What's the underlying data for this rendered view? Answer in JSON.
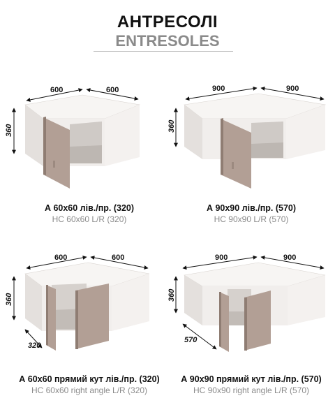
{
  "header": {
    "title": "АНТРЕСОЛІ",
    "subtitle": "ENTRESOLES"
  },
  "products": [
    {
      "name": "А 60х60 лів./пр. (320)",
      "code": "НС 60х60 L/R (320)",
      "dims": {
        "width": "600",
        "depth": "600",
        "height": "360"
      }
    },
    {
      "name": "А 90х90 лів./пр. (570)",
      "code": "НС 90х90 L/R (570)",
      "dims": {
        "width": "900",
        "depth": "900",
        "height": "360"
      }
    },
    {
      "name": "А 60х60 прямий кут лів./пр. (320)",
      "code": "НС 60х60 right angle L/R (320)",
      "dims": {
        "width": "600",
        "depth": "600",
        "height": "360",
        "inner": "320"
      }
    },
    {
      "name": "А 90х90 прямий кут лів./пр. (570)",
      "code": "НС 90х90 right angle L/R (570)",
      "dims": {
        "width": "900",
        "depth": "900",
        "height": "360",
        "inner": "570"
      }
    }
  ],
  "colors": {
    "body": "#f1eeec",
    "body_side": "#e4e0dd",
    "door": "#b29f95",
    "door_edge": "#8f7d73",
    "interior": "#cfcac6"
  }
}
